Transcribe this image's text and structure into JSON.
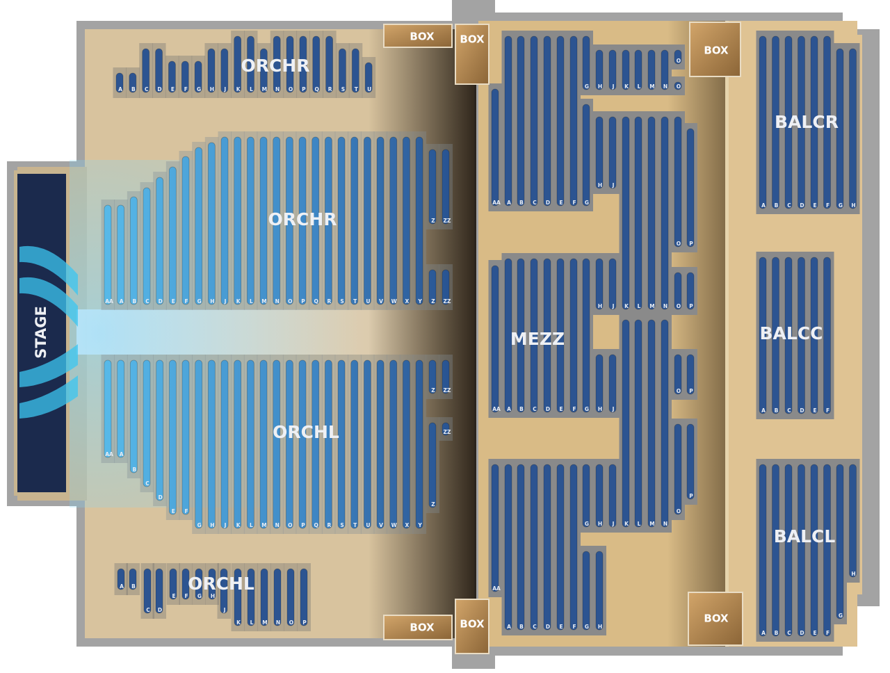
{
  "stage": {
    "label": "STAGE"
  },
  "boxes": [
    "BOX",
    "BOX",
    "BOX",
    "BOX",
    "BOX",
    "BOX"
  ],
  "section_labels": {
    "orchr_front": "ORCHR",
    "orchr_main": "ORCHR",
    "orchl_main": "ORCHL",
    "orchl_rear": "ORCHL",
    "mezz": "MEZZ",
    "balcr": "BALCR",
    "balcc": "BALCC",
    "balcl": "BALCL"
  },
  "colors": {
    "seat": "#2c5491",
    "seat_near_stage": "#56b8e8",
    "stage_light": "#3cc6f0",
    "stage_bg": "#1b2a4d",
    "wood_floor": "#d8c39e",
    "sand_floor": "#d9bb86",
    "box": "#b58a52",
    "wall": "#a3a3a3"
  },
  "blocks": {
    "orchr_front": [
      "A",
      "B",
      "C",
      "D",
      "E",
      "F",
      "G",
      "H",
      "J",
      "K",
      "L",
      "M",
      "N",
      "O",
      "P",
      "Q",
      "R",
      "S",
      "T",
      "U"
    ],
    "orchr_main": [
      "AA",
      "A",
      "B",
      "C",
      "D",
      "E",
      "F",
      "G",
      "H",
      "J",
      "K",
      "L",
      "M",
      "N",
      "O",
      "P",
      "Q",
      "R",
      "S",
      "T",
      "U",
      "V",
      "W",
      "X",
      "Y",
      "Z",
      "ZZ",
      "Z",
      "ZZ"
    ],
    "orchl_main": [
      "AA",
      "A",
      "B",
      "C",
      "D",
      "E",
      "F",
      "G",
      "H",
      "J",
      "K",
      "L",
      "M",
      "N",
      "O",
      "P",
      "Q",
      "R",
      "S",
      "T",
      "U",
      "V",
      "W",
      "X",
      "Y",
      "Z",
      "ZZ",
      "Z",
      "ZZ"
    ],
    "orchl_rear": [
      "A",
      "B",
      "C",
      "D",
      "E",
      "F",
      "G",
      "H",
      "J",
      "K",
      "L",
      "M",
      "N",
      "O",
      "P"
    ],
    "mezz_1": [
      "AA",
      "A",
      "B",
      "C",
      "D",
      "E",
      "F",
      "G"
    ],
    "mezz_2": [
      "G",
      "H",
      "J",
      "K",
      "L",
      "M",
      "N",
      "O",
      "O"
    ],
    "mezz_3": [
      "H",
      "J",
      "O",
      "P"
    ],
    "mezz_4": [
      "K",
      "L",
      "M",
      "N"
    ],
    "mezz_5": [
      "AA",
      "A",
      "B",
      "C",
      "D",
      "E",
      "F",
      "G",
      "H",
      "J",
      "O",
      "P"
    ],
    "mezz_6": [
      "H",
      "J",
      "O",
      "P"
    ],
    "mezz_7": [
      "K",
      "L",
      "M",
      "N",
      "O",
      "P"
    ],
    "mezz_8": [
      "AA",
      "A",
      "B",
      "C",
      "D",
      "E",
      "F",
      "G",
      "H",
      "J",
      "G",
      "H"
    ],
    "balcr": [
      "A",
      "B",
      "C",
      "D",
      "E",
      "F",
      "G",
      "H"
    ],
    "balcc": [
      "A",
      "B",
      "C",
      "D",
      "E",
      "F"
    ],
    "balcl": [
      "A",
      "B",
      "C",
      "D",
      "E",
      "F",
      "G",
      "H"
    ]
  }
}
